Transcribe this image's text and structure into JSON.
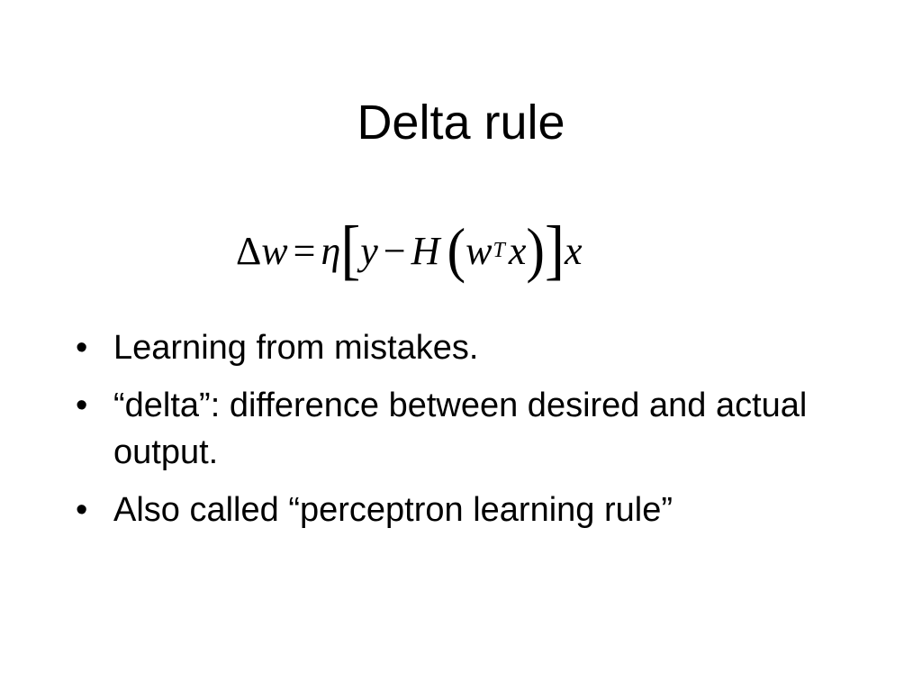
{
  "slide": {
    "title": "Delta rule",
    "formula": {
      "delta": "Δ",
      "w": "w",
      "equals": "=",
      "eta": "η",
      "lbracket": "[",
      "y": "y",
      "minus": "−",
      "H": "H",
      "lparen": "(",
      "w2": "w",
      "sup_T": "T",
      "x": "x",
      "rparen": ")",
      "rbracket": "]",
      "x2": "x"
    },
    "bullet_symbol": "•",
    "bullets": [
      {
        "text": "Learning from mistakes."
      },
      {
        "text": "“delta”: difference between desired and actual output."
      },
      {
        "text": "Also called “perceptron learning rule”"
      }
    ]
  }
}
